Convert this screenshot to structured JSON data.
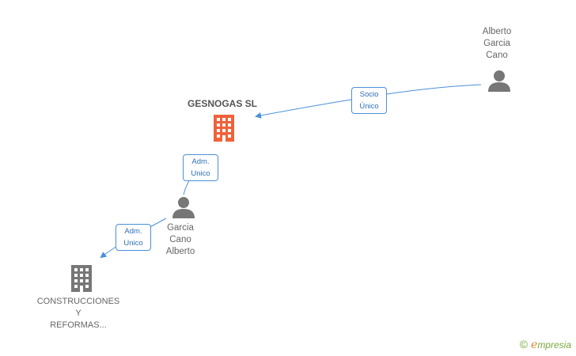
{
  "nodes": {
    "gesnogas": {
      "label": "GESNOGAS SL",
      "color": "#f0623a",
      "icon": "building-icon"
    },
    "alberto_socio": {
      "label": "Alberto\nGarcia\nCano",
      "icon": "person-icon"
    },
    "garcia_cano": {
      "label": "Garcia\nCano\nAlberto",
      "icon": "person-icon"
    },
    "construcciones": {
      "label": "CONSTRUCCIONES\nY\nREFORMAS...",
      "color": "#777777",
      "icon": "building-icon"
    }
  },
  "edges": [
    {
      "from": "alberto_socio",
      "to": "gesnogas",
      "label": "Socio\nÚnico"
    },
    {
      "from": "garcia_cano",
      "to": "gesnogas",
      "label": "Adm.\nUnico"
    },
    {
      "from": "garcia_cano",
      "to": "construcciones",
      "label": "Adm.\nUnico"
    }
  ],
  "colors": {
    "edge": "#4a90d9",
    "person": "#777777"
  },
  "footer": {
    "copyright_symbol": "©",
    "brand_first": "e",
    "brand_rest": "mpresia"
  }
}
